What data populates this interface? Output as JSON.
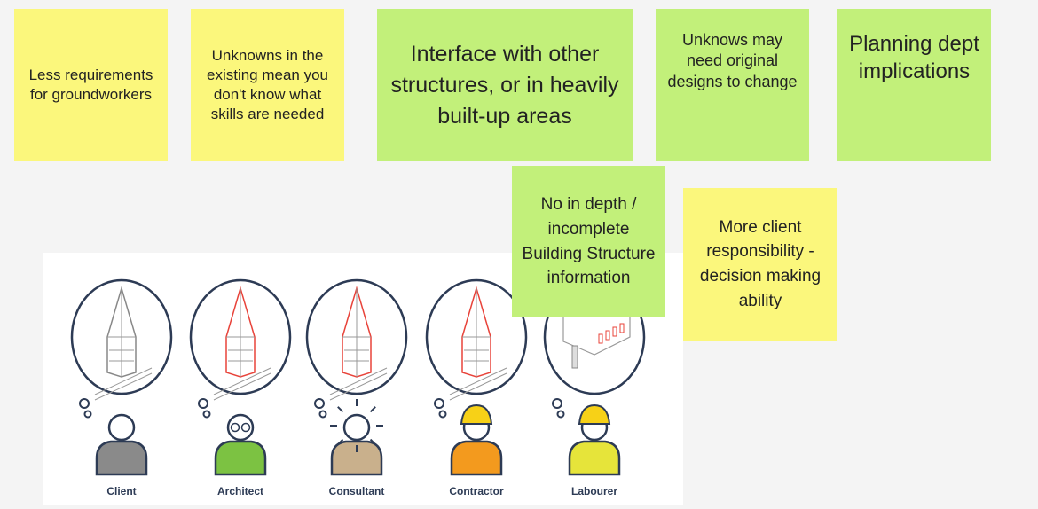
{
  "notes": [
    {
      "text": "Less requirements for groundworkers",
      "color": "yellow"
    },
    {
      "text": "Unknowns in the existing mean you don't know what skills  are needed",
      "color": "yellow"
    },
    {
      "text": "Interface with other structures, or in heavily built-up areas",
      "color": "green"
    },
    {
      "text": "Unknows may need original designs to change",
      "color": "green"
    },
    {
      "text": "Planning dept implications",
      "color": "green"
    },
    {
      "text": "No in depth / incomplete Building Structure information",
      "color": "green"
    },
    {
      "text": "More client responsibility - decision making ability",
      "color": "yellow"
    }
  ],
  "illustration": {
    "roles": [
      {
        "label": "Client",
        "shirt": "#8a8a8a",
        "hat": "none"
      },
      {
        "label": "Architect",
        "shirt": "#7cc242",
        "hat": "none"
      },
      {
        "label": "Consultant",
        "shirt": "#c9b08c",
        "hat": "none"
      },
      {
        "label": "Contractor",
        "shirt": "#f39a1e",
        "hat": "#f7d117"
      },
      {
        "label": "Labourer",
        "shirt": "#e6e43a",
        "hat": "#f7d117"
      }
    ]
  }
}
